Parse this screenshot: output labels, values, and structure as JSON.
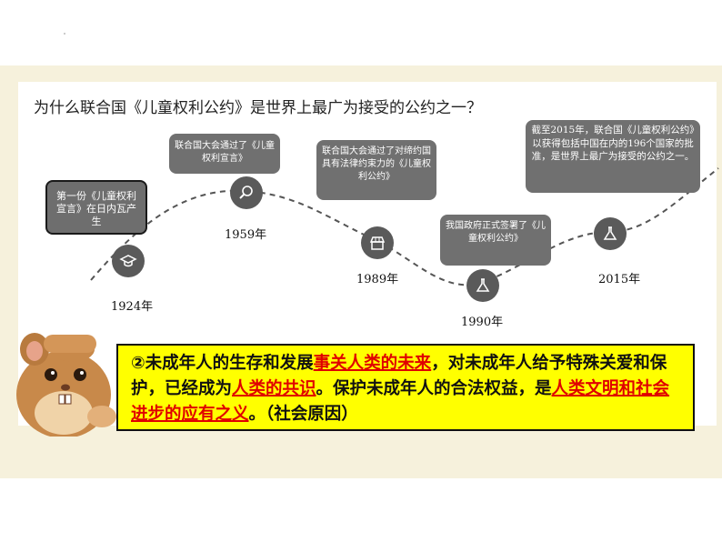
{
  "question": "为什么联合国《儿童权利公约》是世界上最广为接受的公约之一？",
  "timeline": [
    {
      "year": "1924年",
      "icon": "graduation-cap-icon",
      "text": "第一份《儿童权利宣言》在日内瓦产生"
    },
    {
      "year": "1959年",
      "icon": "magnifier-icon",
      "text": "联合国大会通过了《儿童权利宣言》"
    },
    {
      "year": "1989年",
      "icon": "storefront-icon",
      "text": "联合国大会通过了对缔约国具有法律约束力的《儿童权利公约》"
    },
    {
      "year": "1990年",
      "icon": "flask-icon",
      "text": "我国政府正式签署了《儿童权利公约》"
    },
    {
      "year": "2015年",
      "icon": "flask-icon",
      "text": "截至2015年，联合国《儿童权利公约》以获得包括中国在内的196个国家的批准，是世界上最广为接受的公约之一。"
    }
  ],
  "summary": {
    "part1": "②未成年人的生存和发展",
    "key1": "事关人类的未来",
    "part2": "，对未成年人给予特殊关爱和保护，已经成为",
    "key2": "人类的共识",
    "part3": "。保护未成年人的合法权益，是",
    "key3": "人类文明和社会进步的应有之义",
    "part4": "。（社会原因）"
  },
  "colors": {
    "node": "#5a5a5a",
    "bubble": "#707070",
    "highlight": "#ffff00",
    "key": "#e00000"
  }
}
